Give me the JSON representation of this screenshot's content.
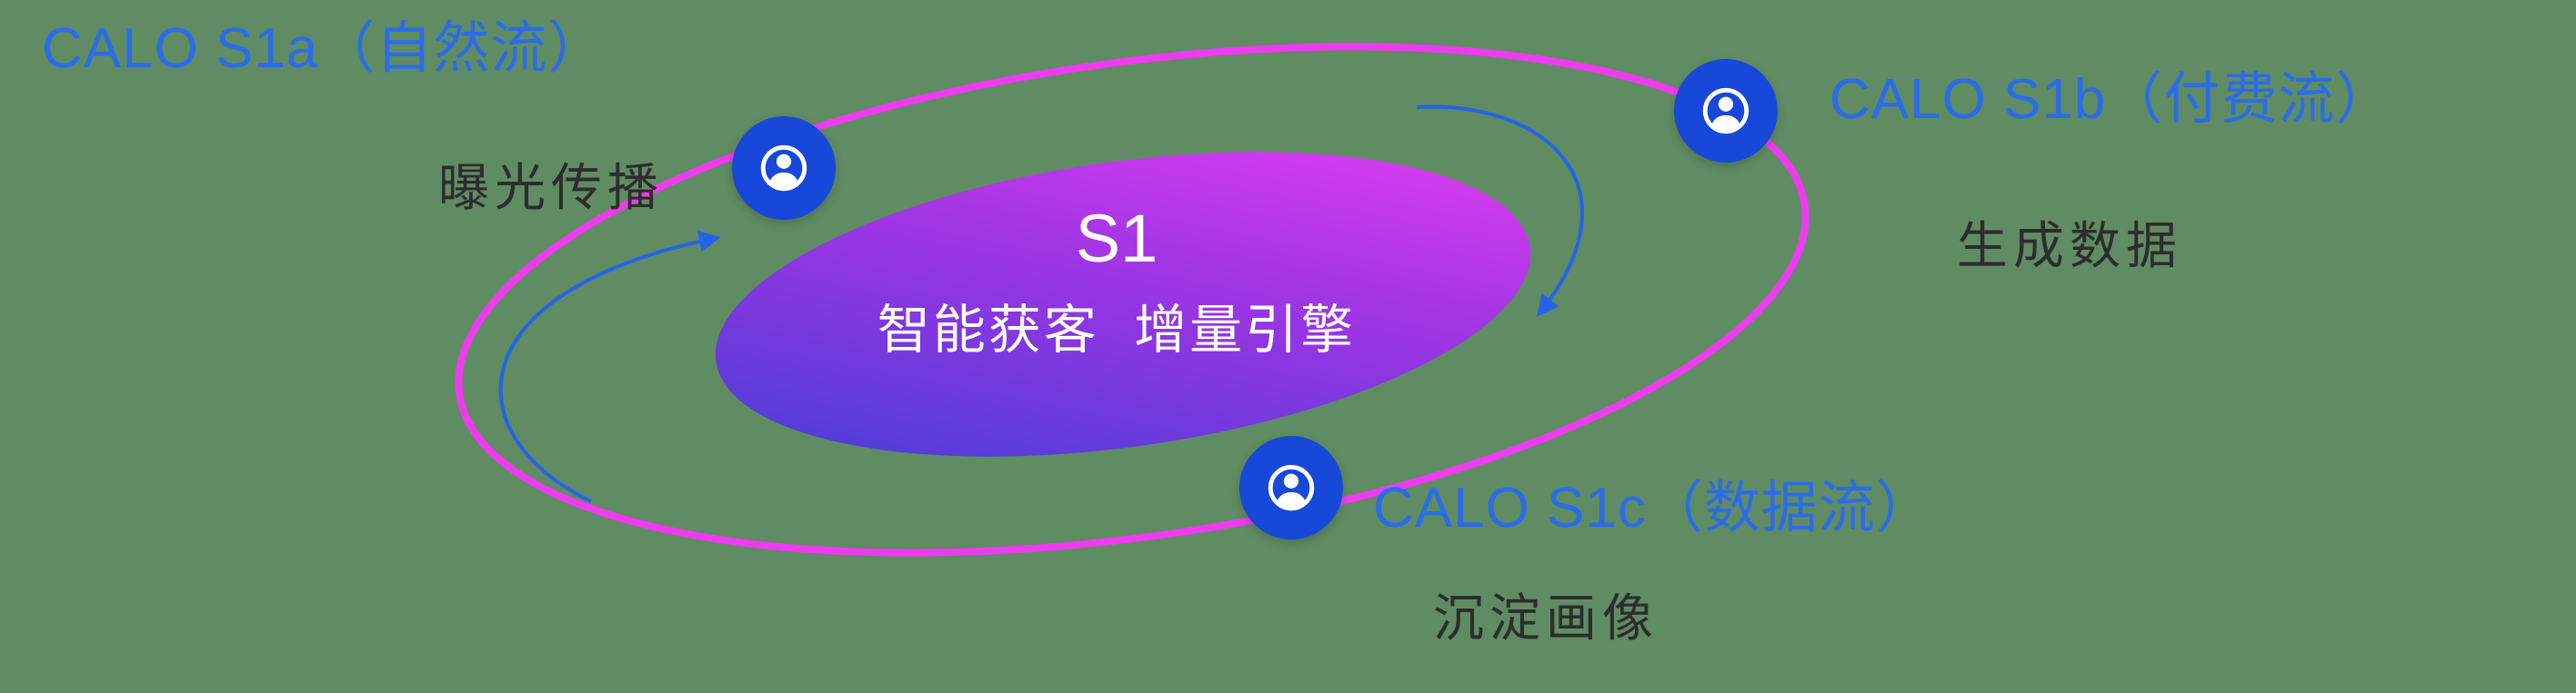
{
  "colors": {
    "bg": "#5f8c63",
    "orbit": "#ee3bf0",
    "grad-start": "#3c3fd6",
    "grad-mid": "#9c35e4",
    "grad-end": "#d93cee",
    "title-blue": "#2c6ce8",
    "subtitle-dark": "#2d2d2d",
    "node-blue": "#1748da",
    "arrow-blue": "#2563eb"
  },
  "center": {
    "title": "S1",
    "subtitle": "智能获客  增量引擎"
  },
  "nodes": [
    {
      "title": "CALO S1a（自然流）",
      "subtitle": "曝光传播"
    },
    {
      "title": "CALO S1b（付费流）",
      "subtitle": "生成数据"
    },
    {
      "title": "CALO S1c（数据流）",
      "subtitle": "沉淀画像"
    }
  ],
  "icons": {
    "node": "user-circle-icon",
    "flow_left": "curved-arrow-up-icon",
    "flow_right": "curved-arrow-down-icon"
  }
}
